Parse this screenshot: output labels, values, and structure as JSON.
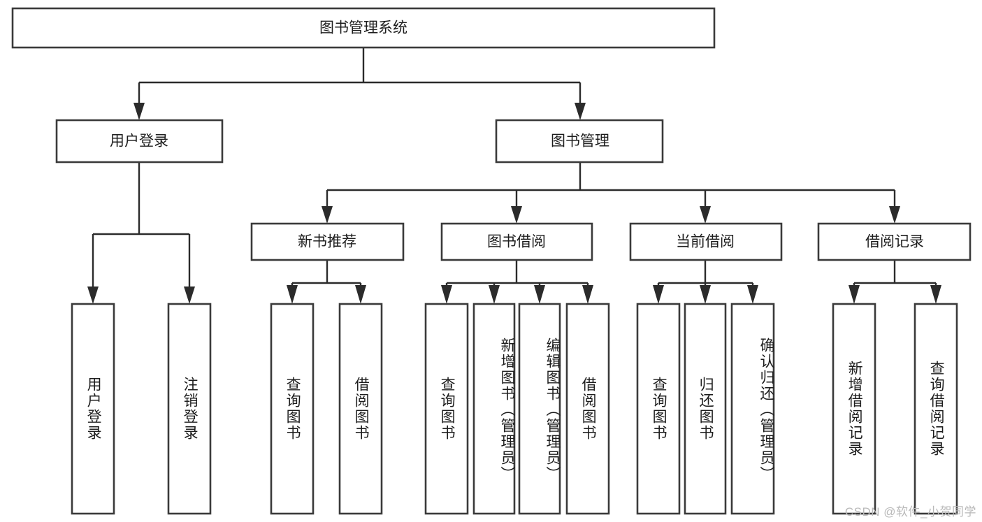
{
  "diagram": {
    "type": "hierarchy-tree",
    "title": "图书管理系统",
    "root": {
      "label": "图书管理系统",
      "level": 0
    },
    "level1": [
      {
        "label": "用户登录"
      },
      {
        "label": "图书管理"
      }
    ],
    "level2": [
      {
        "label": "新书推荐",
        "parent": "图书管理"
      },
      {
        "label": "图书借阅",
        "parent": "图书管理"
      },
      {
        "label": "当前借阅",
        "parent": "图书管理"
      },
      {
        "label": "借阅记录",
        "parent": "图书管理"
      }
    ],
    "leaves": {
      "user_login": [
        {
          "label": "用户登录"
        },
        {
          "label": "注销登录"
        }
      ],
      "new_book_recommend": [
        {
          "label": "查询图书"
        },
        {
          "label": "借阅图书"
        }
      ],
      "book_borrow": [
        {
          "label": "查询图书"
        },
        {
          "label": "新增图书（管理员）"
        },
        {
          "label": "编辑图书（管理员）"
        },
        {
          "label": "借阅图书"
        }
      ],
      "current_borrow": [
        {
          "label": "查询图书"
        },
        {
          "label": "归还图书"
        },
        {
          "label": "确认归还（管理员）"
        }
      ],
      "borrow_record": [
        {
          "label": "新增借阅记录"
        },
        {
          "label": "查询借阅记录"
        }
      ]
    },
    "watermark": "CSDN @软件_小贺同学",
    "colors": {
      "box_stroke": "#3a3a3a",
      "connector": "#2b2b2b",
      "text": "#1d1d1d",
      "background": "#ffffff",
      "watermark": "#b9b9b9"
    }
  }
}
